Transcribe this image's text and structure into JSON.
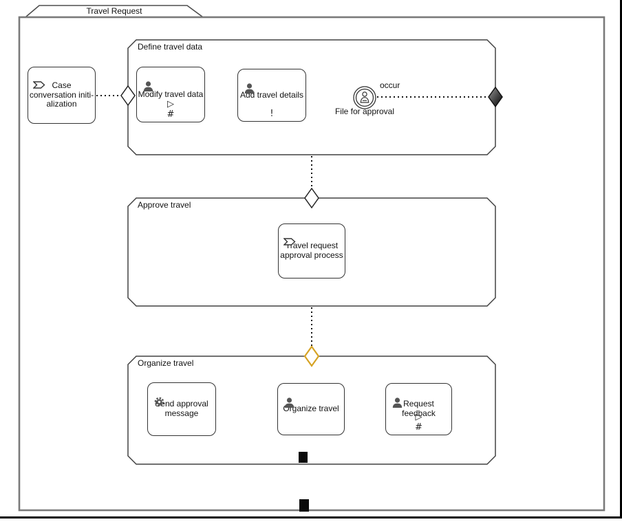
{
  "colors": {
    "highlight": "#d6a324",
    "stage_border": "#404040",
    "task_border": "#333333",
    "case_border": "#7a7a7a",
    "icon": "#555555",
    "exit_criterion_fill": "#000000"
  },
  "case": {
    "title": "Travel Request"
  },
  "stages": {
    "define": {
      "label": "Define travel data"
    },
    "approve": {
      "label": "Approve travel"
    },
    "organize": {
      "label": "Organize travel"
    }
  },
  "tasks": {
    "case_conversation": {
      "label": "Case\nconversation initi-\nalization",
      "icon": "process-chevron-icon"
    },
    "modify_travel": {
      "label": "Modify travel data",
      "icon": "user-icon",
      "marker_manual": "▷",
      "marker_repetition": "#"
    },
    "add_details": {
      "label": "Add travel details",
      "icon": "user-icon",
      "marker_required": "!"
    },
    "approval_process": {
      "label": "Travel request\napproval process",
      "icon": "process-chevron-icon"
    },
    "send_message": {
      "label": "Send approval\nmessage",
      "icon": "gear-icon"
    },
    "organize_travel": {
      "label": "Organize travel",
      "icon": "user-icon"
    },
    "request_feedback": {
      "label": "Request feedback",
      "icon": "user-icon",
      "marker_manual": "▷",
      "marker_repetition": "#"
    }
  },
  "events": {
    "file_approval": {
      "label": "File for approval",
      "icon": "user-event-icon"
    }
  },
  "connectors": {
    "occur": {
      "label": "occur"
    }
  }
}
